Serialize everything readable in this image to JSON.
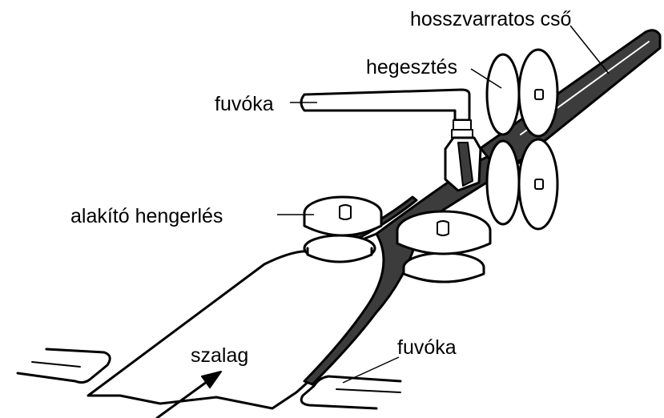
{
  "labels": {
    "tube": "hosszvarratos cső",
    "welding": "hegesztés",
    "nozzle_top": "fuvóka",
    "forming_rolls": "alakító hengerlés",
    "strip": "szalag",
    "nozzle_bottom": "fuvóka"
  },
  "colors": {
    "line": "#000000",
    "tube_fill": "#3c3c3c",
    "part_fill": "#ffffff",
    "background": "#ffffff"
  }
}
